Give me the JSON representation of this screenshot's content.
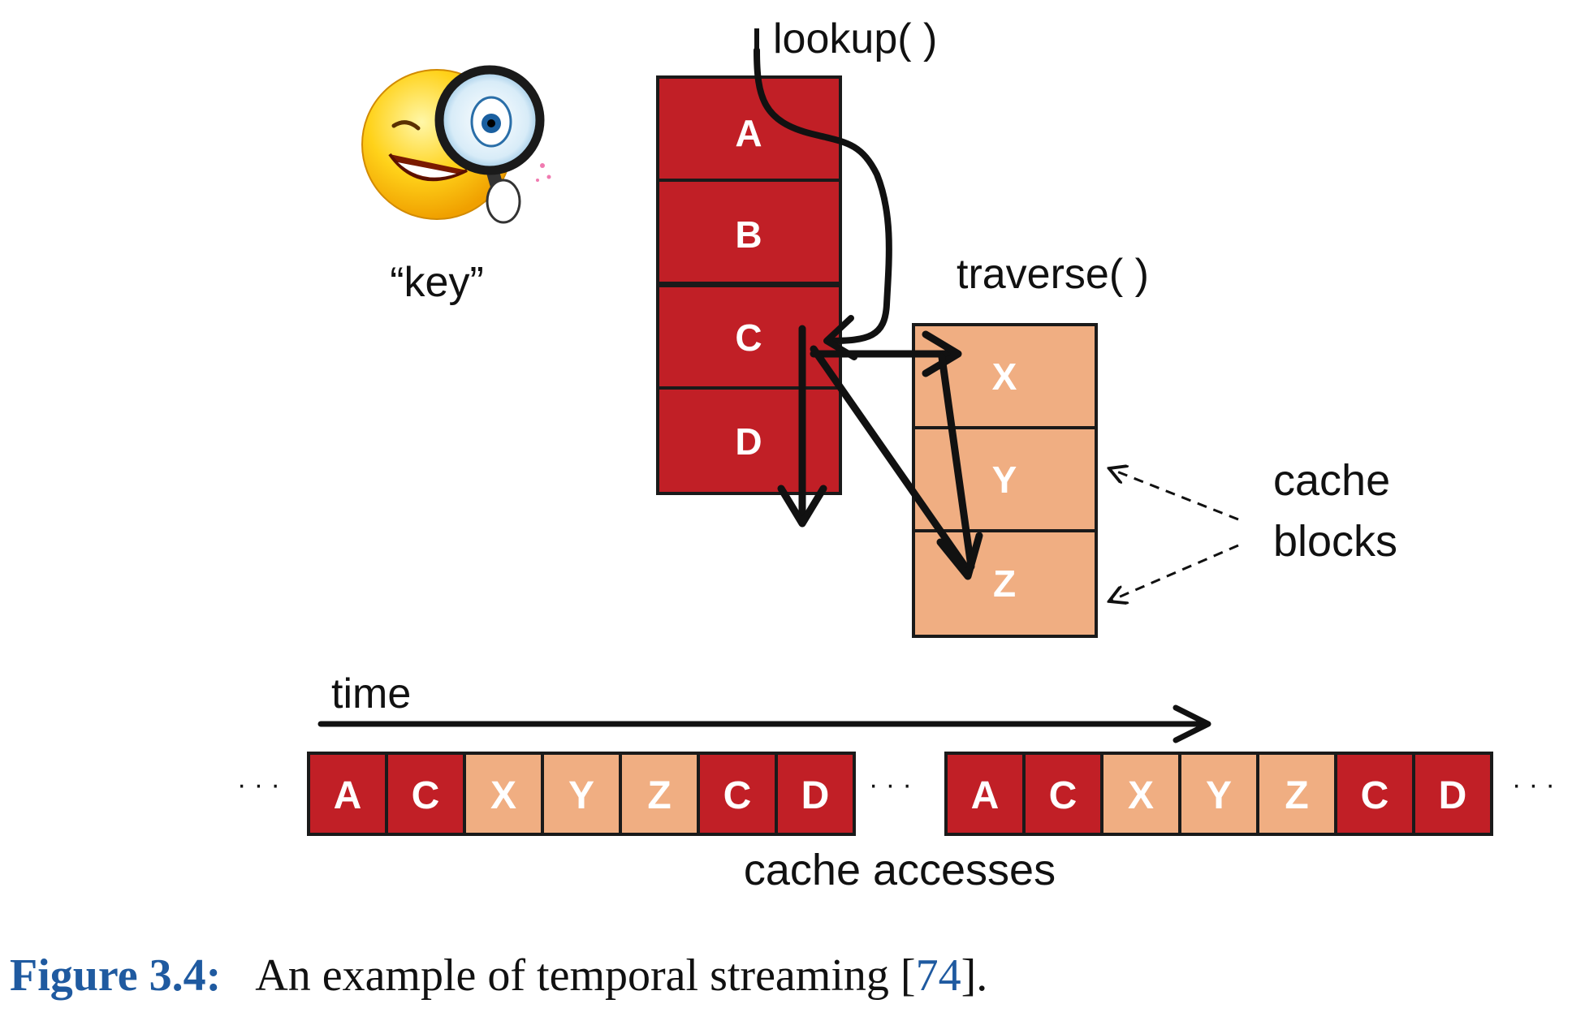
{
  "diagram": {
    "lookup_label": "lookup( )",
    "traverse_label": "traverse( )",
    "key_label": "“key”",
    "cache_blocks_label_line1": "cache",
    "cache_blocks_label_line2": "blocks",
    "time_label": "time",
    "cache_accesses_label": "cache accesses",
    "ellipsis": "· · ·",
    "primary_column": [
      "A",
      "B",
      "C",
      "D"
    ],
    "secondary_column": [
      "X",
      "Y",
      "Z"
    ],
    "access_sequence_1": [
      "A",
      "C",
      "X",
      "Y",
      "Z",
      "C",
      "D"
    ],
    "access_sequence_2": [
      "A",
      "C",
      "X",
      "Y",
      "Z",
      "C",
      "D"
    ],
    "colors": {
      "primary": "#c11f26",
      "secondary": "#f0ae82",
      "outline": "#1a1a1a",
      "figure_label": "#1f5aa0"
    },
    "mascot_icon": "magnifying-glass-smiley-icon"
  },
  "caption": {
    "label": "Figure 3.4:",
    "text_before": "An example of temporal streaming [",
    "citation": "74",
    "text_after": "]."
  }
}
